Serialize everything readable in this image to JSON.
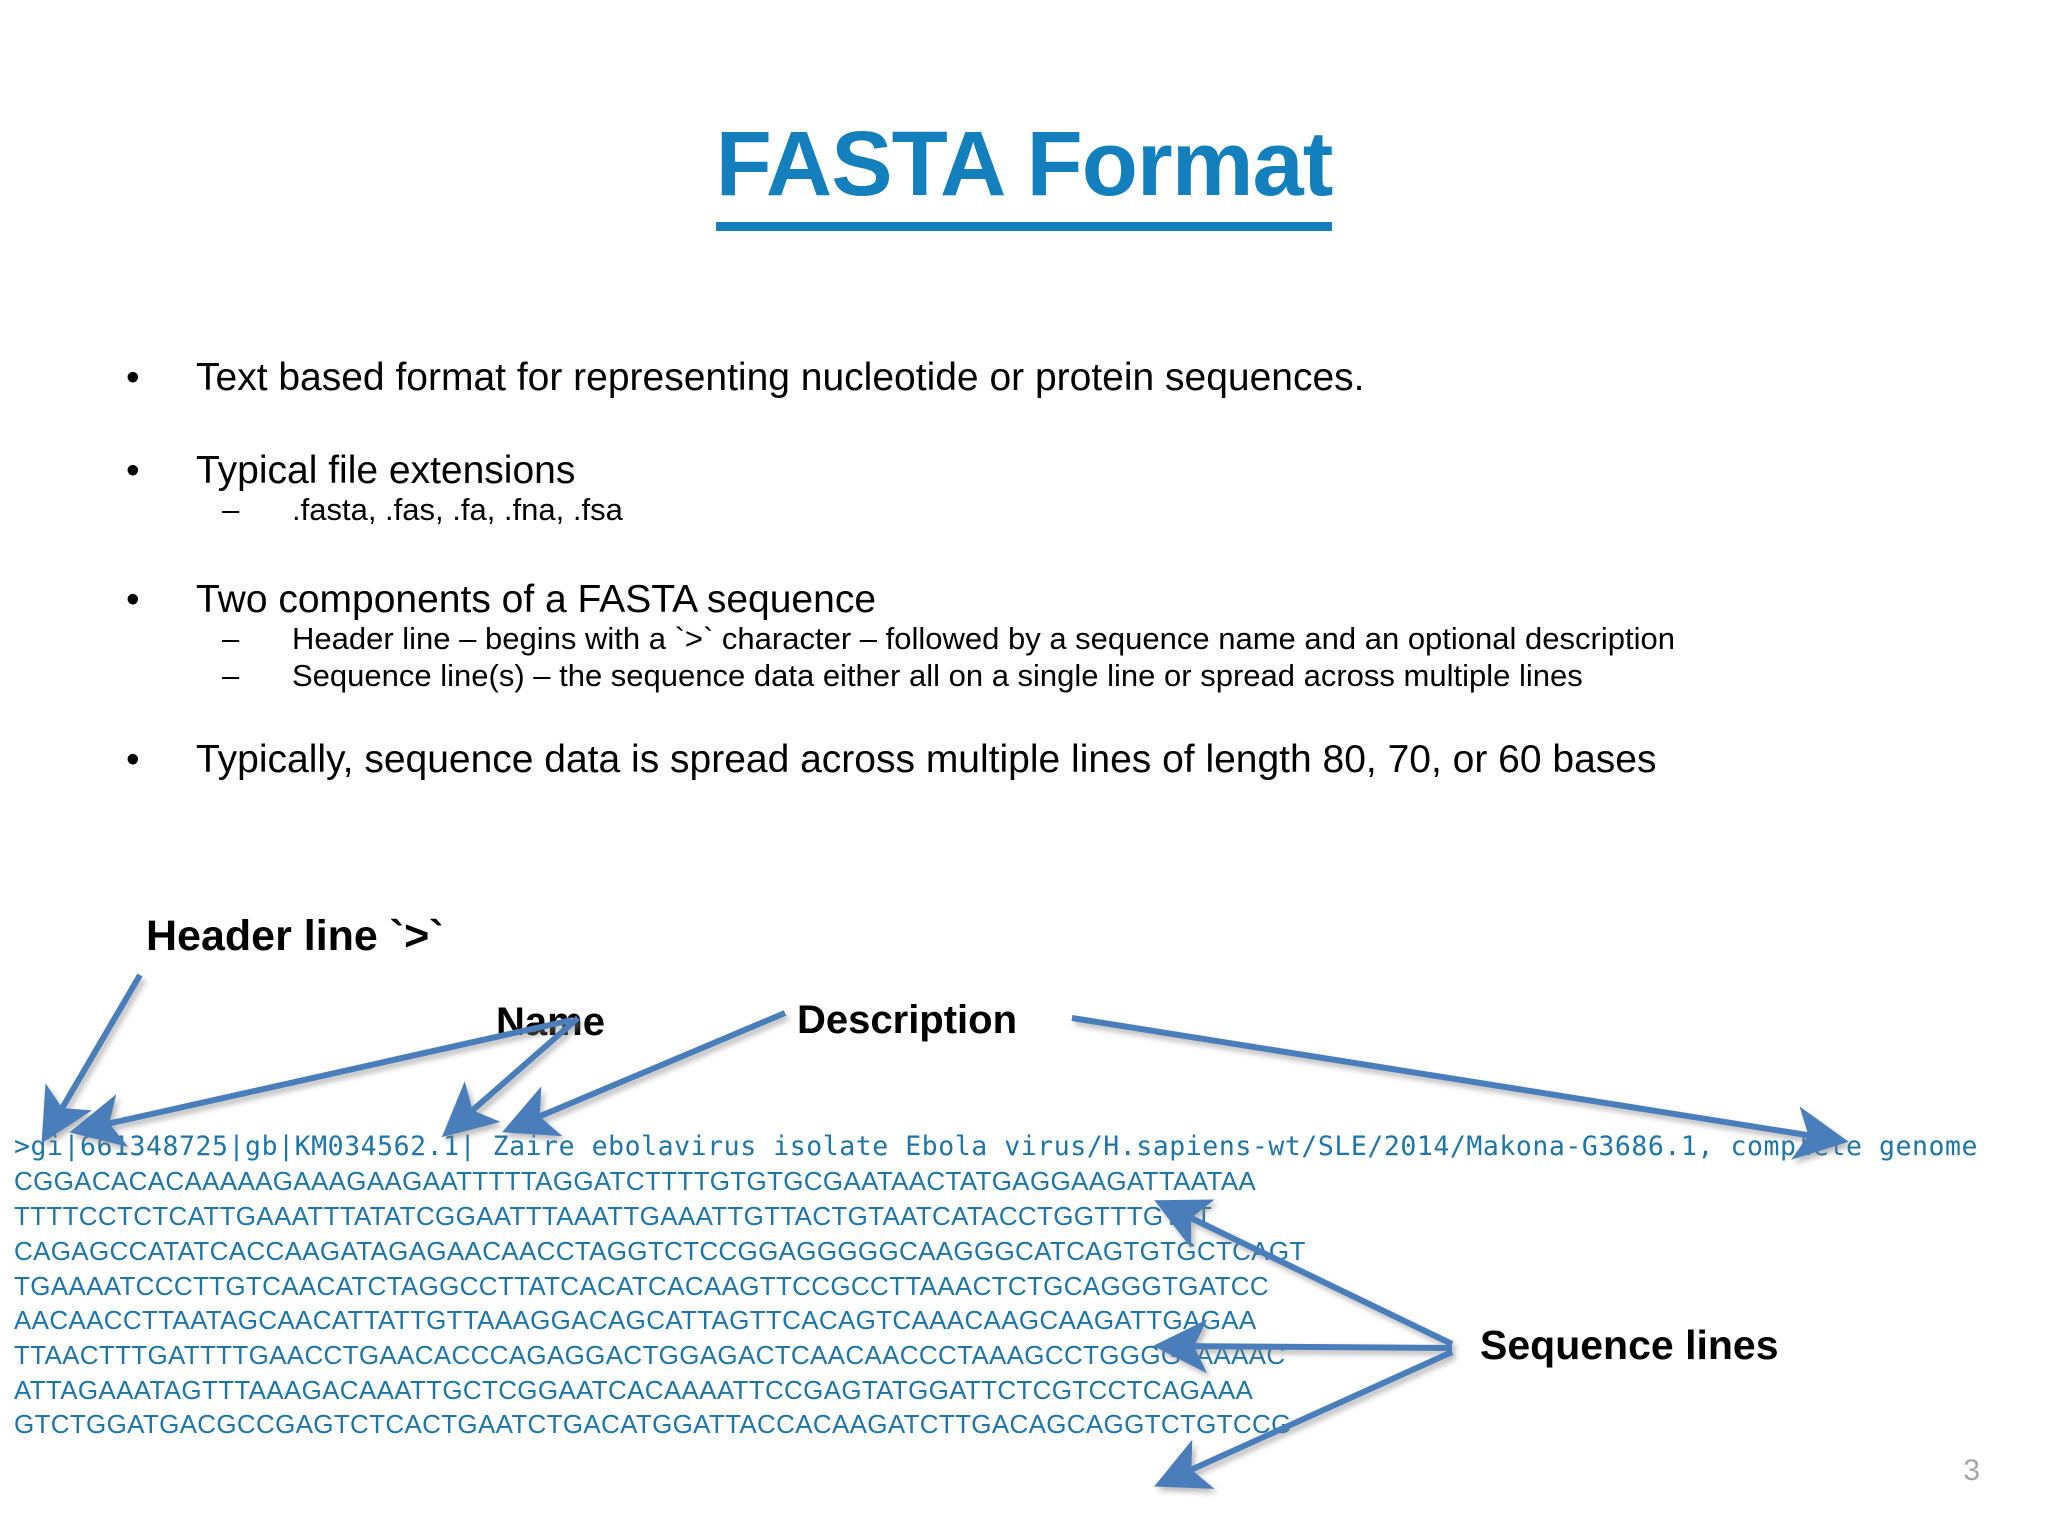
{
  "slide": {
    "title": "FASTA Format",
    "page_number": "3",
    "accent_color": "#1380BD",
    "sequence_color": "#1E75A8",
    "arrow_color": "#4A7EBB",
    "background_color": "#FFFFFF"
  },
  "bullets": [
    {
      "marker": "•",
      "text": "Text based format for representing nucleotide or protein sequences.",
      "sub": []
    },
    {
      "marker": "•",
      "text": "Typical file extensions",
      "sub": [
        {
          "marker": "–",
          "text": ".fasta, .fas, .fa, .fna, .fsa"
        }
      ]
    },
    {
      "marker": "•",
      "text": "Two components of a FASTA sequence",
      "sub": [
        {
          "marker": "–",
          "text": "Header line – begins with a `>` character – followed by a sequence name and an optional description"
        },
        {
          "marker": "–",
          "text": "Sequence line(s) – the sequence data either all on a single line or spread across multiple lines"
        }
      ]
    },
    {
      "marker": "•",
      "text": "Typically, sequence data is spread across multiple lines of length 80, 70, or 60 bases",
      "sub": []
    }
  ],
  "annotations": {
    "header_line": "Header line `>`",
    "name": "Name",
    "description": "Description",
    "sequence_lines": "Sequence lines"
  },
  "fasta": {
    "header": ">gi|661348725|gb|KM034562.1| Zaire ebolavirus isolate Ebola virus/H.sapiens-wt/SLE/2014/Makona-G3686.1, complete genome",
    "sequence_lines": [
      "CGGACACACAAAAAGAAAGAAGAATTTTTAGGATCTTTTGTGTGCGAATAACTATGAGGAAGATTAATAA",
      "TTTTCCTCTCATTGAAATTTATATCGGAATTTAAATTGAAATTGTTACTGTAATCATACCTGGTTTGTTT",
      "CAGAGCCATATCACCAAGATAGAGAACAACCTAGGTCTCCGGAGGGGGCAAGGGCATCAGTGTGCTCAGT",
      "TGAAAATCCCTTGTCAACATCTAGGCCTTATCACATCACAAGTTCCGCCTTAAACTCTGCAGGGTGATCC",
      "AACAACCTTAATAGCAACATTATTGTTAAAGGACAGCATTAGTTCACAGTCAAACAAGCAAGATTGAGAA",
      "TTAACTTTGATTTTGAACCTGAACACCCAGAGGACTGGAGACTCAACAACCCTAAAGCCTGGGGTAAAAC",
      "ATTAGAAATAGTTTAAAGACAAATTGCTCGGAATCACAAAATTCCGAGTATGGATTCTCGTCCTCAGAAA",
      "GTCTGGATGACGCCGAGTCTCACTGAATCTGACATGGATTACCACAAGATCTTGACAGCAGGTCTGTCCG"
    ]
  }
}
